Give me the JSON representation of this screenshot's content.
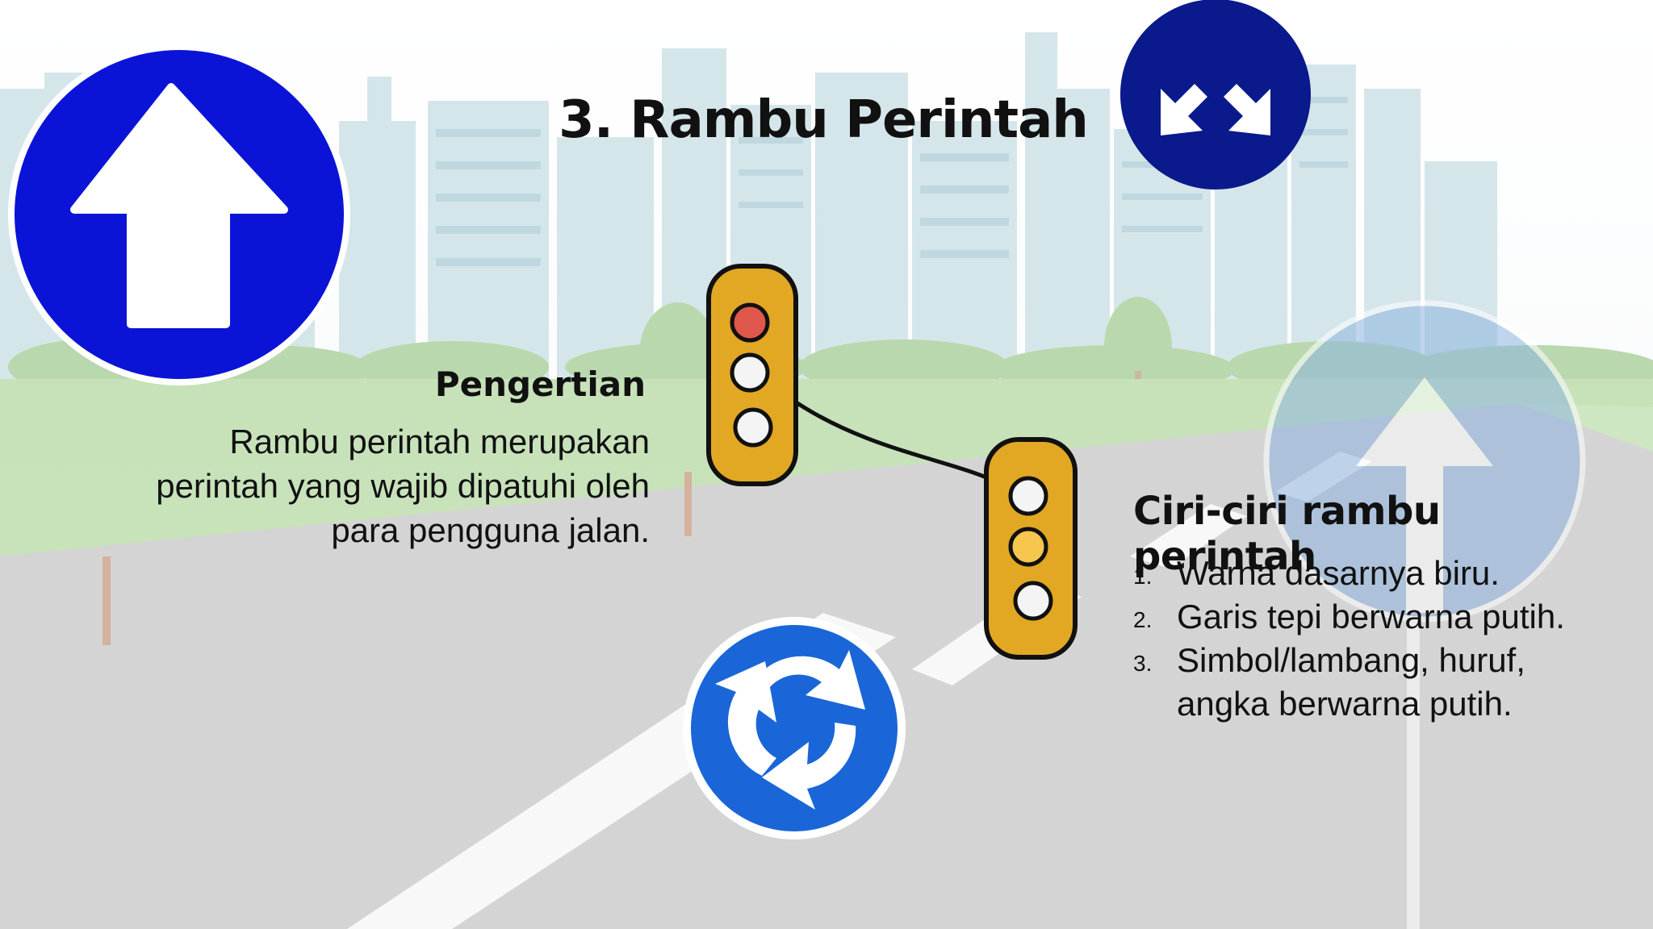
{
  "slide": {
    "title": "3. Rambu Perintah",
    "definition": {
      "heading": "Pengertian",
      "lines": [
        "Rambu perintah merupakan",
        "perintah yang wajib dipatuhi oleh",
        "para pengguna jalan."
      ]
    },
    "features": {
      "heading": "Ciri-ciri rambu perintah",
      "items": [
        {
          "num": "1.",
          "lines": [
            "Warna dasarnya biru."
          ]
        },
        {
          "num": "2.",
          "lines": [
            "Garis tepi berwarna putih."
          ]
        },
        {
          "num": "3.",
          "lines": [
            "Simbol/lambang, huruf,",
            "angka berwarna putih."
          ]
        }
      ]
    }
  },
  "icons": {
    "sign_straight": "arrow-up-sign-icon",
    "sign_keep_sides": "keep-left-or-right-sign-icon",
    "sign_roundabout": "roundabout-sign-icon",
    "sign_background": "arrow-up-sign-icon",
    "traffic_lights": "traffic-light-icon"
  },
  "colors": {
    "sign_blue": "#0b14d6",
    "sign_navy": "#0a1a8c",
    "roundabout_blue": "#1a66d8",
    "light_body": "#e2a824",
    "light_red": "#e0574b",
    "light_yellow": "#f6c64f",
    "text": "#111111"
  }
}
